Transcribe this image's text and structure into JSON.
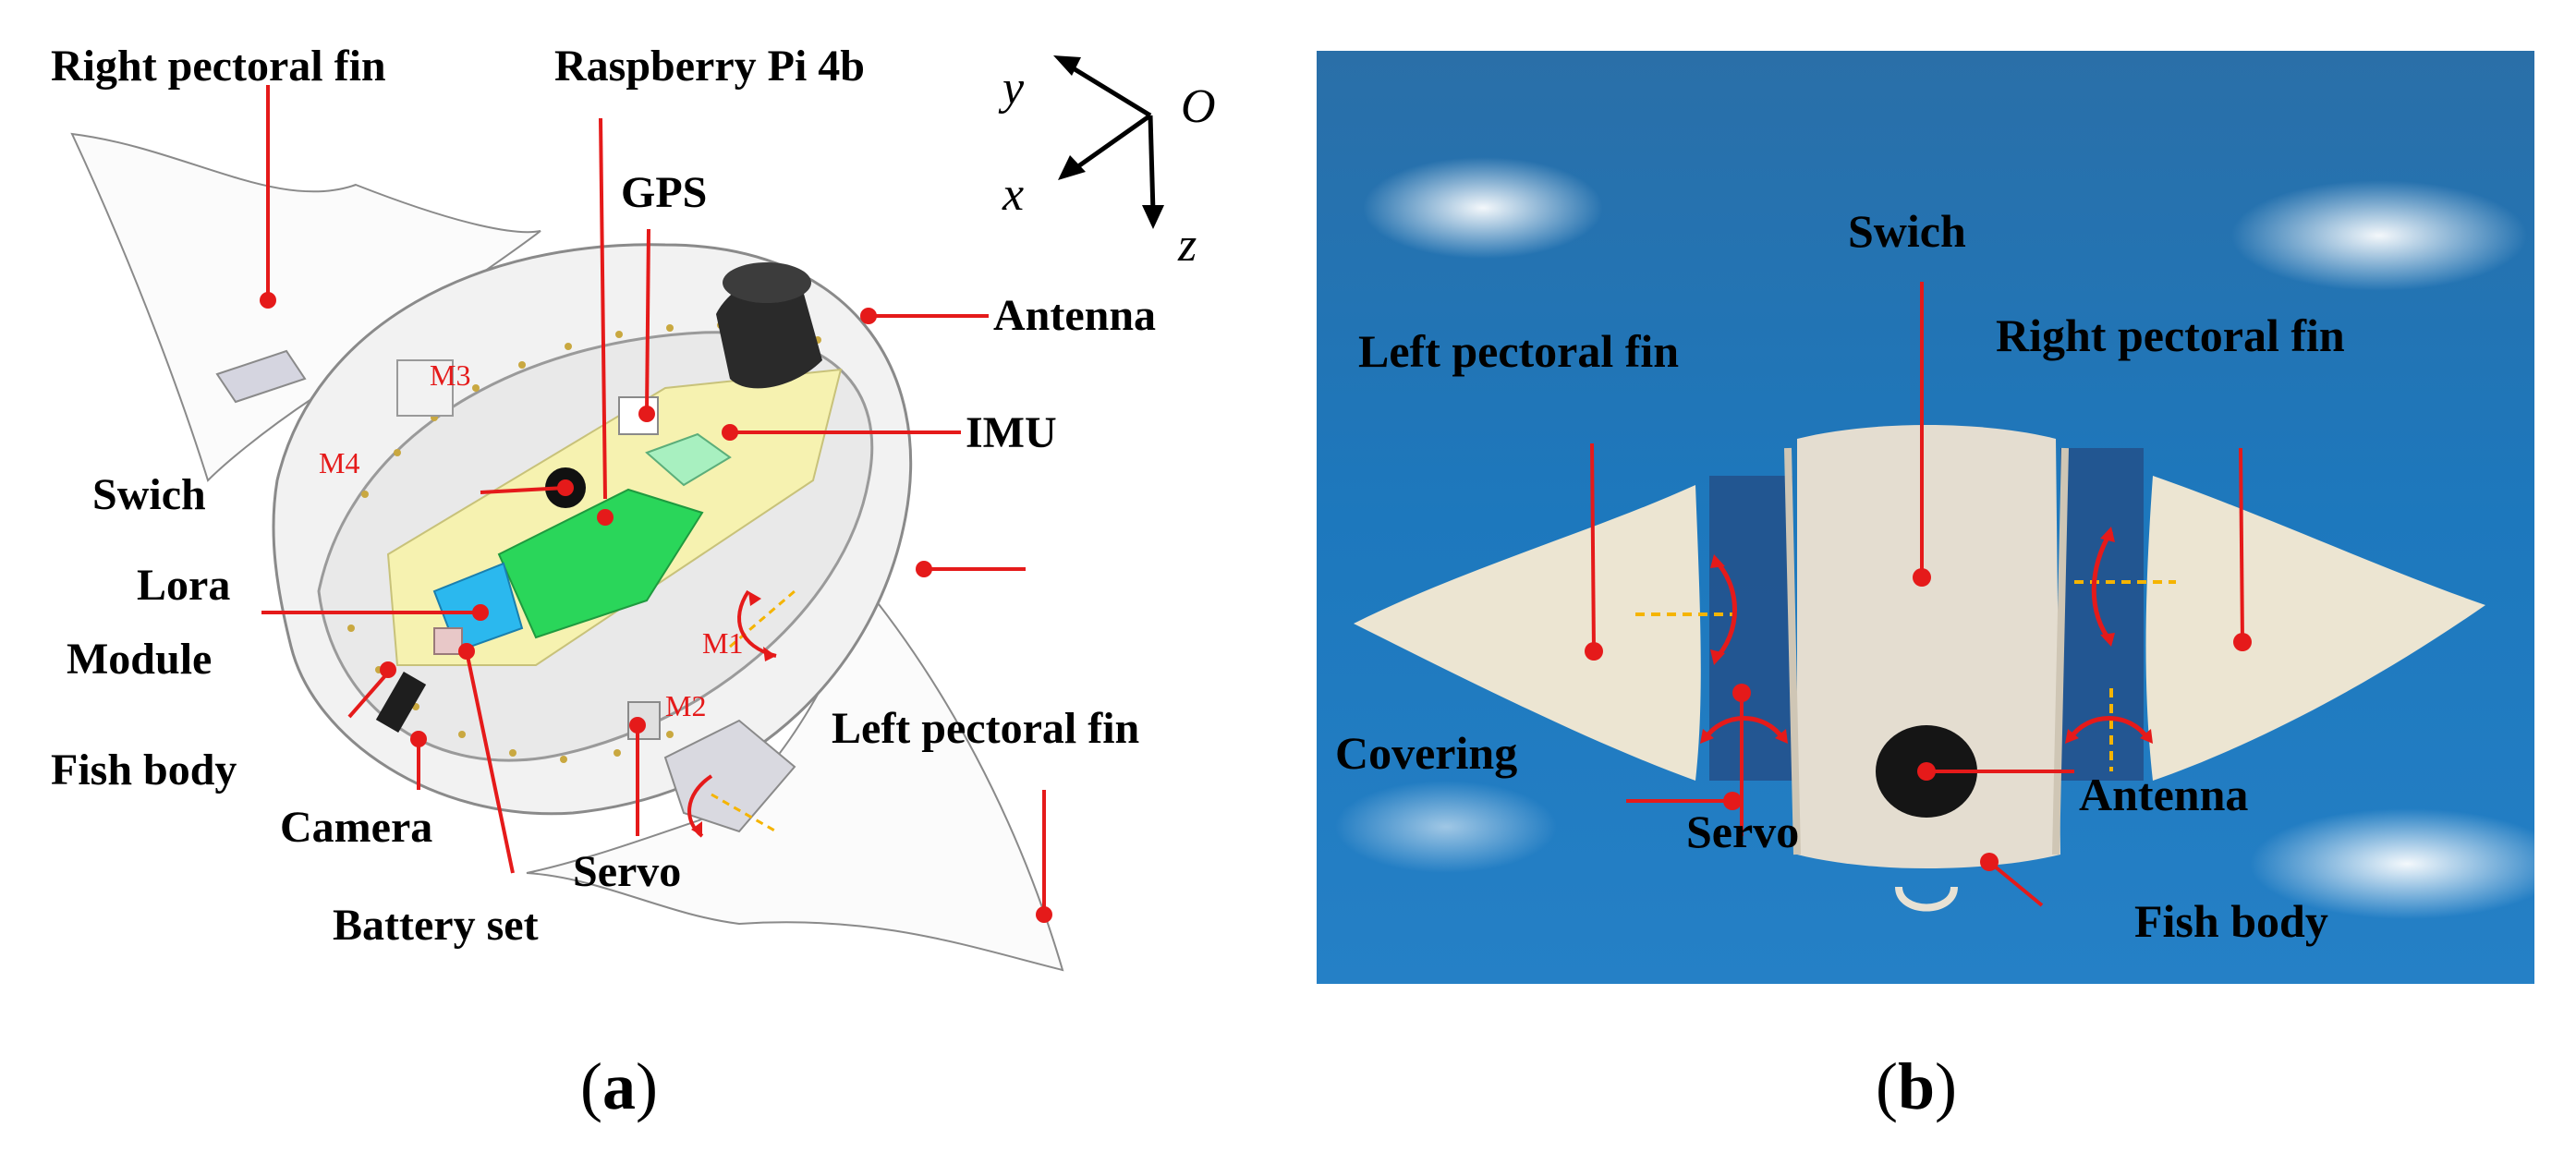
{
  "panel_a": {
    "labels": {
      "right_pectoral_fin": "Right pectoral fin",
      "raspberry_pi": "Raspberry Pi 4b",
      "gps": "GPS",
      "antenna": "Antenna",
      "imu": "IMU",
      "swich": "Swich",
      "lora_line1": "Lora",
      "lora_line2": "Module",
      "fish_body": "Fish body",
      "camera": "Camera",
      "battery_set": "Battery set",
      "servo": "Servo",
      "left_pectoral_fin": "Left pectoral fin"
    },
    "axes": {
      "y": "y",
      "o": "O",
      "x": "x",
      "z": "z"
    },
    "motors": {
      "m1": "M1",
      "m2": "M2",
      "m3": "M3",
      "m4": "M4"
    },
    "caption": {
      "open": "(",
      "letter": "a",
      "close": ")"
    }
  },
  "panel_b": {
    "labels": {
      "swich": "Swich",
      "left_pectoral_fin": "Left pectoral fin",
      "right_pectoral_fin": "Right pectoral fin",
      "covering": "Covering",
      "servo": "Servo",
      "antenna": "Antenna",
      "fish_body": "Fish body"
    },
    "caption": {
      "open": "(",
      "letter": "b",
      "close": ")"
    }
  },
  "colors": {
    "callout_red": "#e51a1a",
    "axis_dash_yellow": "#f5b400",
    "water_blue": "#1f73b8",
    "green_board": "#2ad65a",
    "cyan_module": "#2bb8ee",
    "yellow_plate": "#f6f2b0"
  },
  "icons": [
    "coordinate-axes-icon",
    "rotation-arrow-icon"
  ]
}
